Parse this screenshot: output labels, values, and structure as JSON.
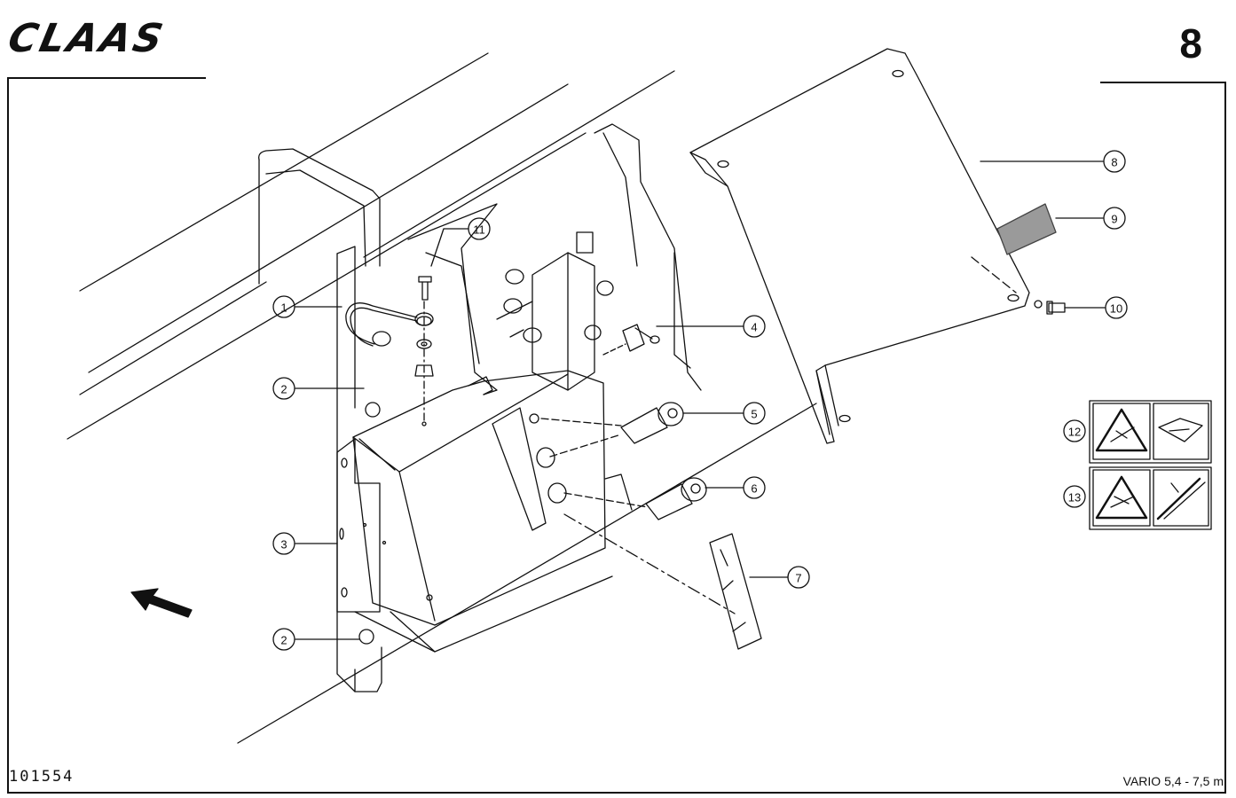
{
  "header": {
    "brand_logo": "CLAAS",
    "page_number": "8"
  },
  "footer": {
    "document_number": "101554",
    "model": "VARIO 5,4 - 7,5 m"
  },
  "callouts": [
    "1",
    "2",
    "3",
    "4",
    "5",
    "6",
    "7",
    "8",
    "9",
    "10",
    "11",
    "12",
    "13"
  ],
  "icons": {
    "direction_arrow": "arrow-up-left-icon",
    "warning_decal_12": "crush-hazard-warning-icon",
    "manual_decal_12": "read-manual-icon",
    "warning_decal_13": "pinch-hazard-warning-icon",
    "lever_decal_13": "lever-hazard-icon"
  },
  "colors": {
    "ink": "#111111",
    "paper": "#ffffff",
    "reflector": "#9a9a9a"
  }
}
